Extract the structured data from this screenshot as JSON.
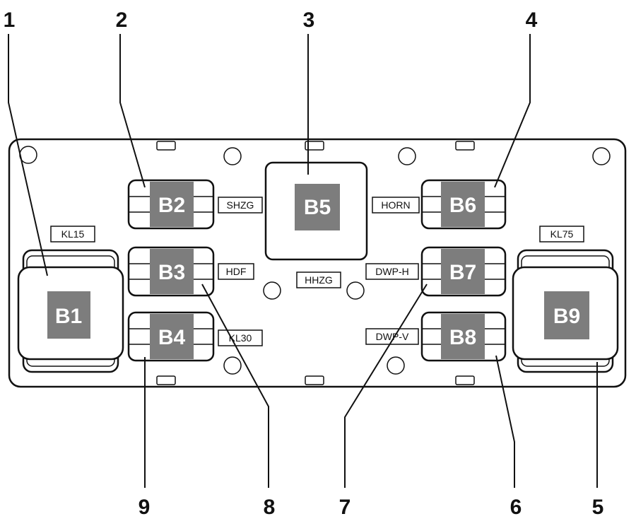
{
  "callouts": [
    "1",
    "2",
    "3",
    "4",
    "5",
    "6",
    "7",
    "8",
    "9"
  ],
  "relays": [
    "B1",
    "B2",
    "B3",
    "B4",
    "B5",
    "B6",
    "B7",
    "B8",
    "B9"
  ],
  "tags": [
    "KL15",
    "SHZG",
    "HDF",
    "KL30",
    "HHZG",
    "HORN",
    "DWP-H",
    "DWP-V",
    "KL75"
  ],
  "colors": {
    "relay_fill": "#7d7d7d",
    "line": "#111111",
    "background": "#ffffff"
  }
}
